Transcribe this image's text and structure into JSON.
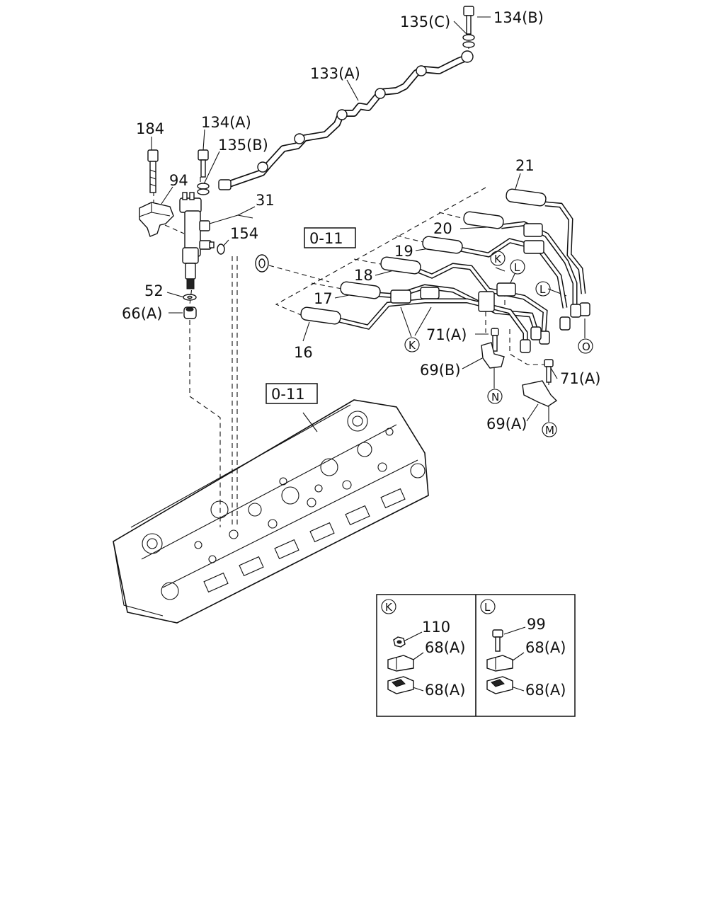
{
  "labels": {
    "p135c": "135(C)",
    "p134b": "134(B)",
    "p133a": "133(A)",
    "p134a": "134(A)",
    "p184": "184",
    "p135b": "135(B)",
    "p94": "94",
    "p31": "31",
    "p154": "154",
    "ref_top": "0-11",
    "ref_mid": "0-11",
    "p21": "21",
    "p20": "20",
    "p19": "19",
    "p18": "18",
    "p17": "17",
    "p16": "16",
    "p52": "52",
    "p66a": "66(A)",
    "p71a_1": "71(A)",
    "p69b": "69(B)",
    "p71a_2": "71(A)",
    "p69a": "69(A)"
  },
  "callouts": {
    "K1": "K",
    "K2": "K",
    "L1": "L",
    "L2": "L",
    "O": "O",
    "N": "N",
    "M": "M"
  },
  "detail_k": {
    "title": "K",
    "p110": "110",
    "p68a_top": "68(A)",
    "p68a_bottom": "68(A)"
  },
  "detail_l": {
    "title": "L",
    "p99": "99",
    "p68a_top": "68(A)",
    "p68a_bottom": "68(A)"
  }
}
